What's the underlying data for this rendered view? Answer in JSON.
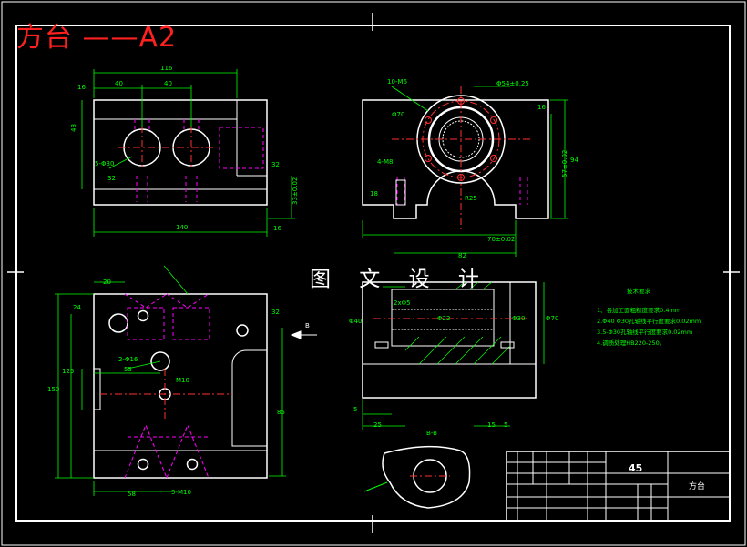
{
  "header": {
    "title": "方台 ——A2"
  },
  "watermark": "图 文 设 计",
  "colors": {
    "background": "#000000",
    "outline": "#ffffff",
    "dimension": "#00ff00",
    "hidden": "#ff00ff",
    "center": "#ff3030",
    "title": "#ff2020"
  },
  "dims": {
    "top_total": "116",
    "top_a": "40",
    "top_b": "40",
    "left_h": "48",
    "holes": "5-Φ30",
    "rough_a": "32",
    "rough_b": "32",
    "bottom_total": "140",
    "tol_right": "33±0.02",
    "tol_side": "16",
    "angle": "16",
    "front_tap": "10-M6",
    "front_pcd": "Φ54±0.25",
    "front_bore": "Φ70",
    "front_4m8": "4-M8",
    "front_94": "94",
    "front_57": "57±0.02",
    "front_70": "70±0.02",
    "front_82": "82",
    "front_16": "16",
    "front_h1": "18",
    "front_r": "R25",
    "plan_20": "20",
    "plan_24": "24",
    "plan_150": "150",
    "plan_125": "125",
    "plan_55": "55",
    "plan_58": "58",
    "plan_2m": "2-Φ16",
    "plan_m10": "M10",
    "plan_85": "85",
    "plan_32": "32",
    "plan_5m": "5-M10",
    "sec_2x": "2xΦ5",
    "sec_d40": "Φ40",
    "sec_d22": "Φ22",
    "sec_d30": "Φ30",
    "sec_d70": "Φ70",
    "sec_5": "5",
    "sec_25": "25",
    "sec_15": "15",
    "sec_5b": "5",
    "arrow_b": "B",
    "view_bb": "B-B"
  },
  "notes": {
    "heading": "技术要求",
    "items": [
      "1、各加工面粗糙度要求0.4mm",
      "2.Φ40 Φ30孔轴线平行度要求0.02mm",
      "3.5-Φ30孔轴线平行度要求0.02mm",
      "4.调质处理HB220-250。"
    ]
  },
  "title_block": {
    "material": "45",
    "part_name": "方台"
  }
}
